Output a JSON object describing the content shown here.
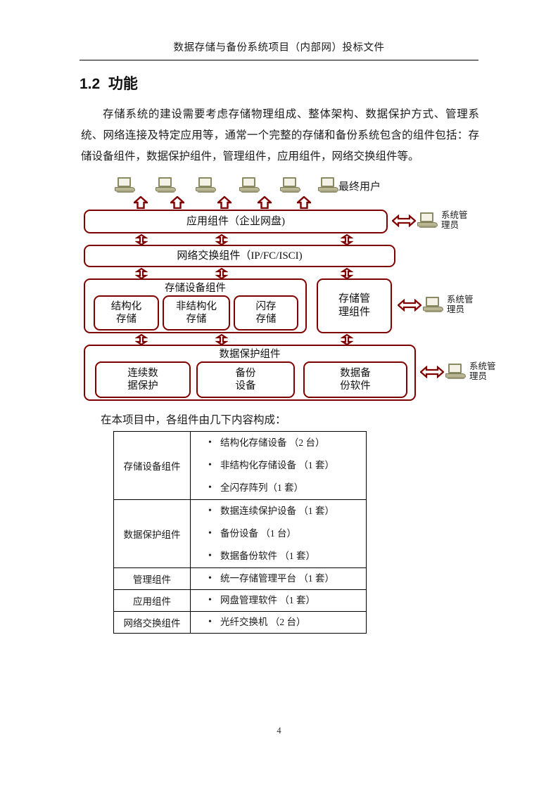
{
  "header": {
    "title": "数据存储与备份系统项目（内部网）投标文件"
  },
  "section": {
    "number": "1.2",
    "title": "功能",
    "heading_full": "1.2  功能"
  },
  "body": {
    "paragraph": "存储系统的建设需要考虑存储物理组成、整体架构、数据保护方式、管理系统、网络连接及特定应用等，通常一个完整的存储和备份系统包含的组件包括：存储设备组件，数据保护组件，管理组件，应用组件，网络交换组件等。"
  },
  "diagram": {
    "end_users_label": "最终用户",
    "laptop_count": 6,
    "up_arrow_count": 5,
    "application_box": "应用组件（企业网盘)",
    "network_box": "网络交换组件（IP/FC/ISCI)",
    "storage_group_title": "存储设备组件",
    "storage_subboxes": [
      "结构化\n存储",
      "非结构化\n存储",
      "闪存\n存储"
    ],
    "management_box": "存储管\n理组件",
    "protection_group_title": "数据保护组件",
    "protection_subboxes": [
      "连续数\n据保护",
      "备份\n设备",
      "数据备\n份软件"
    ],
    "admins": [
      {
        "label": "系统管\n理员"
      },
      {
        "label": "系统管\n理员"
      },
      {
        "label": "系统管\n理员"
      }
    ],
    "colors": {
      "box_border": "#800000",
      "arrow_stroke": "#800000",
      "arrow_fill": "#ffffff",
      "laptop_body": "#b9b694",
      "laptop_screen_border": "#8a8a62"
    }
  },
  "table_intro": "在本项目中，各组件由几下内容构成：",
  "table": {
    "rows": [
      {
        "category": "存储设备组件",
        "items": [
          "结构化存储设备 （2 台）",
          "非结构化存储设备 （1 套）",
          "全闪存阵列（1 套）"
        ]
      },
      {
        "category": "数据保护组件",
        "items": [
          "数据连续保护设备 （1 套）",
          "备份设备 （1 台）",
          "数据备份软件 （1 套）"
        ]
      },
      {
        "category": "管理组件",
        "items": [
          "统一存储管理平台 （1 套）"
        ]
      },
      {
        "category": "应用组件",
        "items": [
          "网盘管理软件 （1 套）"
        ]
      },
      {
        "category": "网络交换组件",
        "items": [
          "光纤交换机 （2 台）"
        ]
      }
    ]
  },
  "footer": {
    "page_number": "4"
  }
}
